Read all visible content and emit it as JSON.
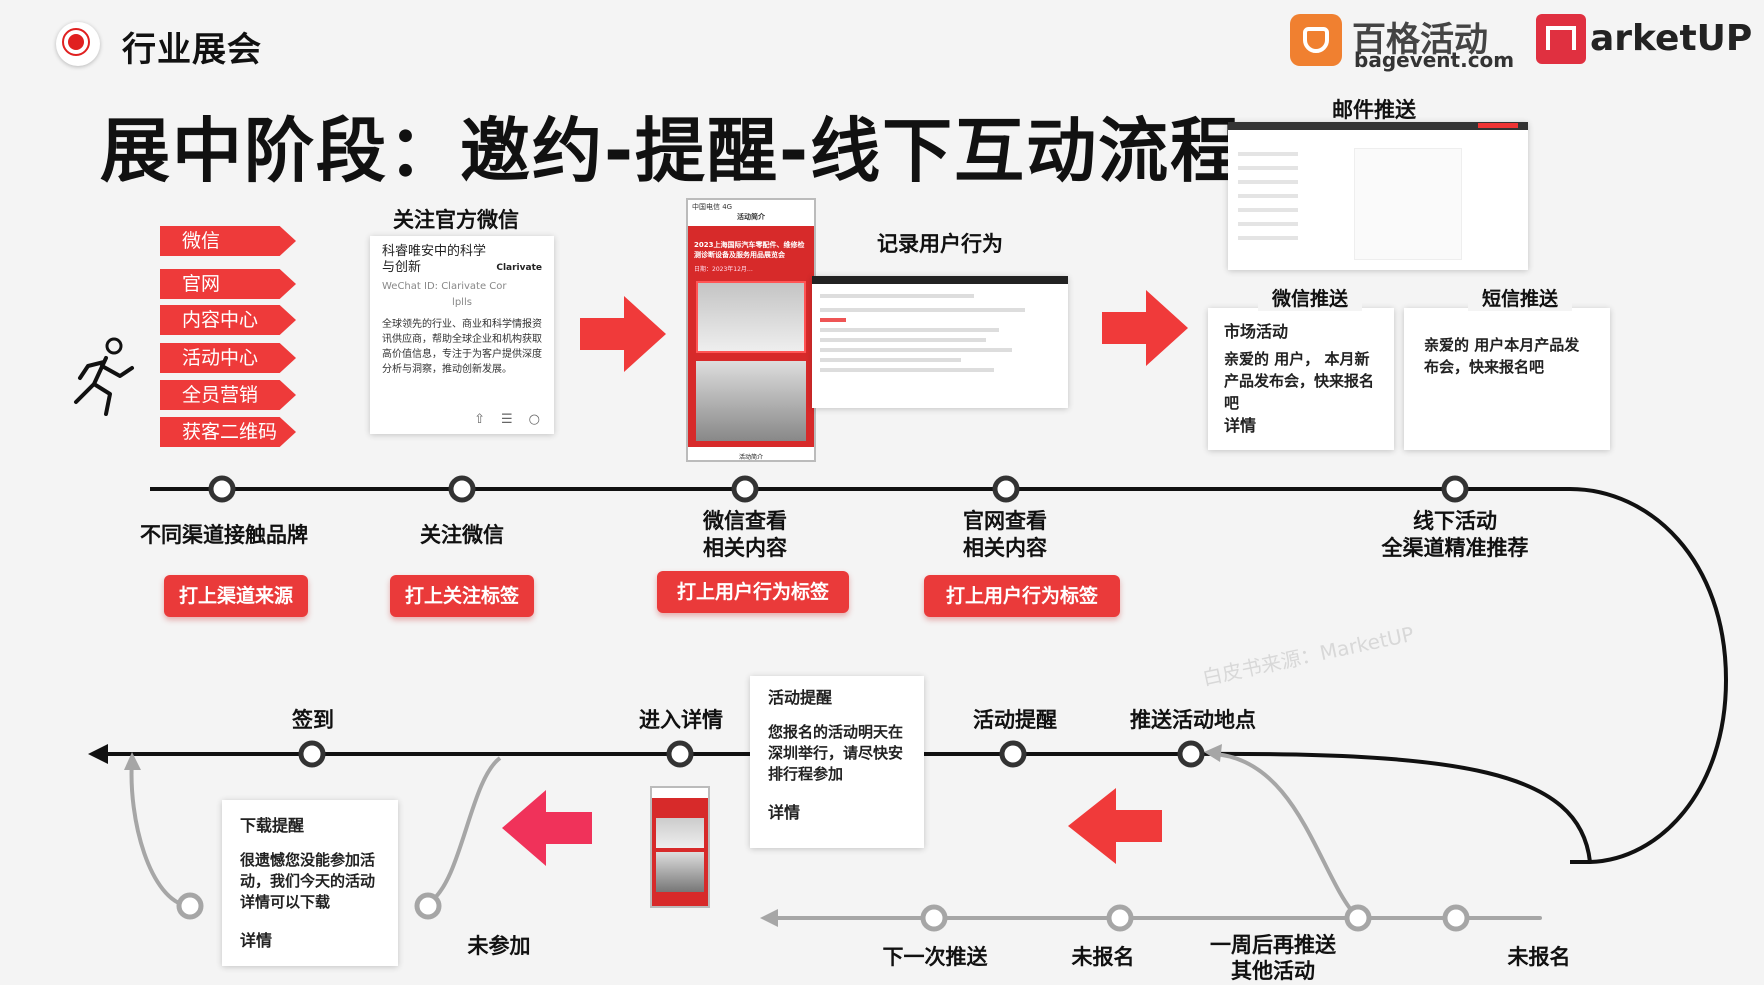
{
  "header": {
    "category": "行业展会",
    "title": "展中阶段：邀约-提醒-线下互动流程"
  },
  "brands": {
    "bagevent_cn": "百格活动",
    "bagevent_en": "bagevent.com",
    "marketup": "arketUP"
  },
  "colors": {
    "accent": "#ea3a3a",
    "line": "#111111",
    "gray_line": "#a6a6a6"
  },
  "channels": [
    "微信",
    "官网",
    "内容中心",
    "活动中心",
    "全员营销",
    "获客二维码"
  ],
  "sections": {
    "follow_wechat": "关注官方微信",
    "record_behavior": "记录用户行为",
    "email_push": "邮件推送",
    "wechat_push": "微信推送",
    "sms_push": "短信推送"
  },
  "wechat_card": {
    "line1": "科睿唯安中的科学",
    "line2": "与创新",
    "brand": "Clarivate",
    "id": "WeChat ID: Clarivate Cor",
    "id2": "lplls",
    "body": "全球领先的行业、商业和科学情报资讯供应商，帮助全球企业和机构获取高价值信息，专注于为客户提供深度分析与洞察，推动创新发展。"
  },
  "phone_top": {
    "status": "中国电信 4G",
    "nav": "活动简介",
    "headline": "2023上海国际汽车零配件、维修检测诊断设备及服务用品展览会",
    "sub": "日期：2023年12月…",
    "foot": "活动简介"
  },
  "wechat_push_card": {
    "title": "市场活动",
    "body": "亲爱的 用户， 本月新产品发布会，快来报名吧",
    "detail": "详情"
  },
  "sms_push_card": {
    "body": "亲爱的 用户本月产品发布会，快来报名吧"
  },
  "top_nodes": {
    "n1": "不同渠道接触品牌",
    "n2": "关注微信",
    "n3a": "微信查看",
    "n3b": "相关内容",
    "n4a": "官网查看",
    "n4b": "相关内容",
    "n5a": "线下活动",
    "n5b": "全渠道精准推荐"
  },
  "tag_buttons": {
    "b1": "打上渠道来源",
    "b2": "打上关注标签",
    "b3": "打上用户行为标签",
    "b4": "打上用户行为标签"
  },
  "bottom_nodes": {
    "signin": "签到",
    "enter_detail": "进入详情",
    "event_reminder": "活动提醒",
    "push_location": "推送活动地点",
    "not_attend": "未参加",
    "next_push": "下一次推送",
    "not_registered": "未报名",
    "week_push_a": "一周后再推送",
    "week_push_b": "其他活动",
    "not_registered2": "未报名"
  },
  "reminder_card": {
    "title": "活动提醒",
    "body": "您报名的活动明天在深圳举行，请尽快安排行程参加",
    "detail": "详情"
  },
  "download_card": {
    "title": "下载提醒",
    "body": "很遗憾您没能参加活动，我们今天的活动详情可以下载",
    "detail": "详情"
  },
  "watermark": "白皮书来源：MarketUP"
}
